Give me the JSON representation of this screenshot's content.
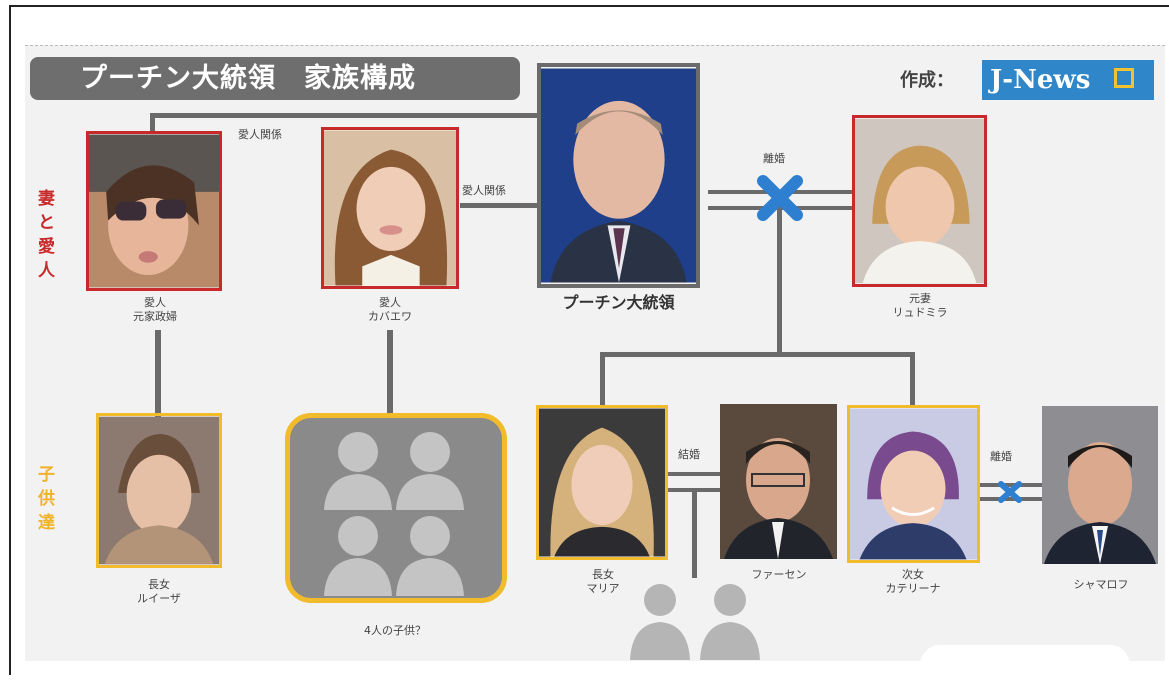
{
  "header": {
    "title": "プーチン大統領　家族構成",
    "credit_label": "作成：",
    "logo_text": "J-News"
  },
  "side_labels": {
    "wives": [
      "妻",
      "と",
      "愛",
      "人"
    ],
    "children": [
      "子",
      "供",
      "達"
    ]
  },
  "colors": {
    "partner_border": "#c8292a",
    "child_border": "#f2bb2c",
    "divorce_x": "#2f7fd0",
    "logo_bg": "#2f86c8"
  },
  "people": {
    "putin": {
      "name": "プーチン大統領"
    },
    "lover1": {
      "role": "愛人",
      "name": "元家政婦"
    },
    "lover2": {
      "role": "愛人",
      "name": "カバエワ"
    },
    "exwife": {
      "role": "元妻",
      "name": "リュドミラ"
    },
    "luiza": {
      "role": "長女",
      "name": "ルイーザ"
    },
    "four_kids": {
      "name": "4人の子供？"
    },
    "maria": {
      "role": "長女",
      "name": "マリア"
    },
    "faasen": {
      "name": "ファーセン"
    },
    "katerina": {
      "role": "次女",
      "name": "カテリーナ"
    },
    "shamalov": {
      "name": "シャマロフ"
    }
  },
  "relations": {
    "affair1": "愛人関係",
    "affair2": "愛人関係",
    "divorce1": "離婚",
    "marriage": "結婚",
    "divorce2": "離婚"
  }
}
